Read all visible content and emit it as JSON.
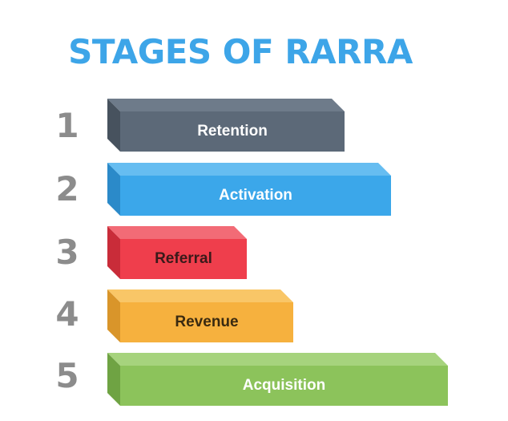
{
  "title": "STAGES OF RARRA",
  "stages": [
    {
      "number": "1",
      "label": "Retention",
      "colors": {
        "front": "#5c6978",
        "top": "#6e7b8a",
        "side": "#47525e"
      },
      "label_color": "#ffffff"
    },
    {
      "number": "2",
      "label": "Activation",
      "colors": {
        "front": "#3ba7ea",
        "top": "#66bdf1",
        "side": "#2b8ac9"
      },
      "label_color": "#ffffff"
    },
    {
      "number": "3",
      "label": "Referral",
      "colors": {
        "front": "#ef3e4c",
        "top": "#f26b76",
        "side": "#c92c39"
      },
      "label_color": "#3a1a1a"
    },
    {
      "number": "4",
      "label": "Revenue",
      "colors": {
        "front": "#f6b13e",
        "top": "#f9c667",
        "side": "#d9952a"
      },
      "label_color": "#3a2a10"
    },
    {
      "number": "5",
      "label": "Acquisition",
      "colors": {
        "front": "#8cc35b",
        "top": "#a6d37d",
        "side": "#6fa343"
      },
      "label_color": "#ffffff"
    }
  ]
}
